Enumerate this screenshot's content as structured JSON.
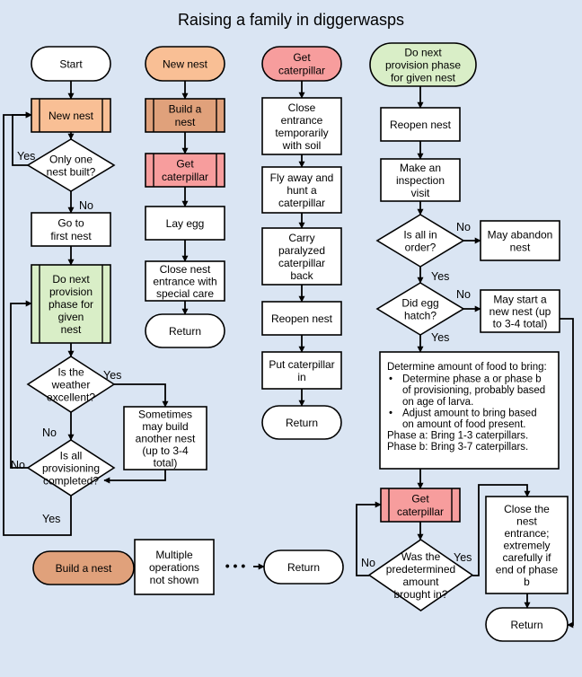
{
  "title": "Raising a family in diggerwasps",
  "colors": {
    "background": "#dae5f3",
    "white": "#ffffff",
    "orange": "#f9bf95",
    "brown": "#e0a17b",
    "pink": "#f79d9d",
    "green": "#d9eec7",
    "line": "#000000"
  },
  "nodes": {
    "start": [
      "Start"
    ],
    "new_nest_term": [
      "New nest"
    ],
    "get_caterpillar_term": [
      "Get",
      "caterpillar"
    ],
    "do_next_term": [
      "Do next",
      "provision phase",
      "for given nest"
    ],
    "new_nest_proc": [
      "New nest"
    ],
    "only_one_nest": [
      "Only one",
      "nest built?"
    ],
    "go_first_nest": [
      "Go to",
      "first nest"
    ],
    "do_next_proc": [
      "Do next",
      "provision",
      "phase for",
      "given",
      "nest"
    ],
    "weather": [
      "Is the",
      "weather",
      "excellent?"
    ],
    "sometimes": [
      "Sometimes",
      "may build",
      "another nest",
      "(up to 3-4",
      "total)"
    ],
    "all_provisioning": [
      "Is all",
      "provisioning",
      "completed?"
    ],
    "build_nest_proc": [
      "Build a",
      "nest"
    ],
    "get_caterpillar_proc1": [
      "Get",
      "caterpillar"
    ],
    "lay_egg": [
      "Lay egg"
    ],
    "close_nest_special": [
      "Close nest",
      "entrance with",
      "special care"
    ],
    "return1": [
      "Return"
    ],
    "close_temp": [
      "Close",
      "entrance",
      "temporarily",
      "with soil"
    ],
    "fly_away": [
      "Fly away and",
      "hunt a",
      "caterpillar"
    ],
    "carry": [
      "Carry",
      "paralyzed",
      "caterpillar",
      "back"
    ],
    "reopen1": [
      "Reopen nest"
    ],
    "put_cat": [
      "Put caterpillar",
      "in"
    ],
    "return2": [
      "Return"
    ],
    "reopen2": [
      "Reopen nest"
    ],
    "inspection": [
      "Make an",
      "inspection",
      "visit"
    ],
    "all_order": [
      "Is all in",
      "order?"
    ],
    "abandon": [
      "May abandon",
      "nest"
    ],
    "egg_hatch": [
      "Did egg",
      "hatch?"
    ],
    "may_start": [
      "May start a",
      "new nest (up",
      "to 3-4 total)"
    ],
    "get_caterpillar_proc2": [
      "Get",
      "caterpillar"
    ],
    "predetermined": [
      "Was the",
      "predetermined",
      "amount",
      "brought in?"
    ],
    "close_entrance": [
      "Close the",
      "nest",
      "entrance;",
      "extremely",
      "carefully if",
      "end of phase",
      "b"
    ],
    "return3": [
      "Return"
    ],
    "build_nest_term": [
      "Build a nest"
    ],
    "multiple_ops": [
      "Multiple",
      "operations",
      "not shown"
    ],
    "ellipsis": "• • •",
    "return4": [
      "Return"
    ]
  },
  "food_box": {
    "heading": "Determine amount of food to bring:",
    "bullets": [
      [
        "Determine phase a or phase b",
        "of provisioning, probably based",
        "on age of larva."
      ],
      [
        "Adjust amount to bring based",
        "on amount of food present."
      ]
    ],
    "phase_lines": [
      "Phase a: Bring 1-3 caterpillars.",
      "Phase b: Bring 3-7 caterpillars."
    ]
  },
  "edge_labels": {
    "only_one_yes": "Yes",
    "only_one_no": "No",
    "weather_yes": "Yes",
    "weather_no": "No",
    "provisioning_no": "No",
    "provisioning_yes": "Yes",
    "order_no": "No",
    "order_yes": "Yes",
    "hatch_no": "No",
    "hatch_yes": "Yes",
    "amount_no": "No",
    "amount_yes": "Yes"
  }
}
